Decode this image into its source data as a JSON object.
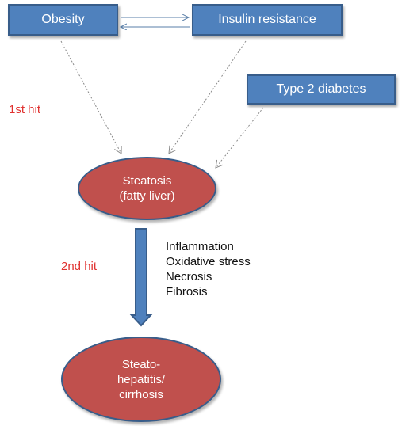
{
  "nodes": {
    "obesity": "Obesity",
    "insulin_resistance": "Insulin resistance",
    "type2_diabetes": "Type 2 diabetes",
    "steatosis": [
      "Steatosis",
      "(fatty liver)"
    ],
    "steatohepatitis": [
      "Steato-",
      "hepatitis/",
      "cirrhosis"
    ]
  },
  "hits": {
    "first": "1st hit",
    "second": "2nd hit"
  },
  "second_hit_factors": [
    "Inflammation",
    "Oxidative stress",
    "Necrosis",
    "Fibrosis"
  ],
  "colors": {
    "box_fill": "#4f81bd",
    "box_border": "#385d8a",
    "ellipse_fill": "#c0504d",
    "hit_label": "#e0312f"
  }
}
